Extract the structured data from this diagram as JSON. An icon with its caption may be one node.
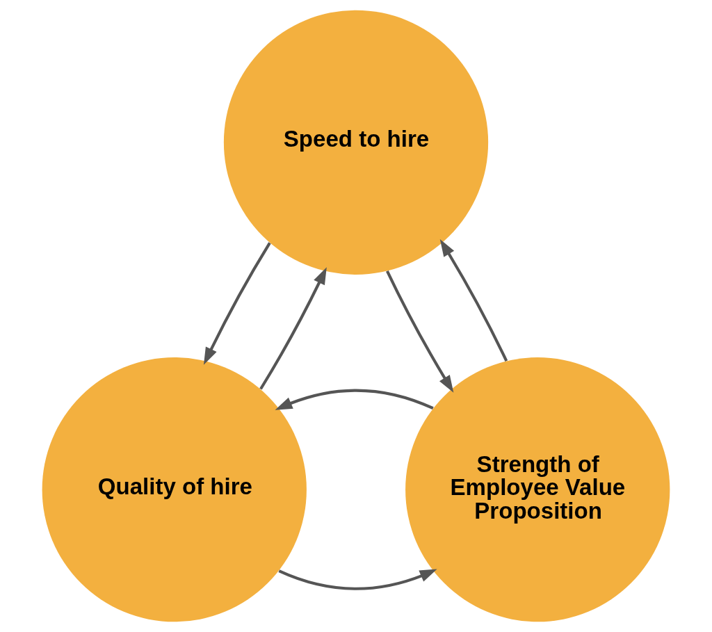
{
  "diagram": {
    "nodes": [
      {
        "text": [
          "Speed to hire"
        ]
      },
      {
        "text": [
          "Quality of hire"
        ]
      },
      {
        "text": [
          "Strength of Employee Value Proposition"
        ]
      }
    ],
    "edges": [
      {
        "from": 1,
        "to": 0,
        "arrow": "to"
      },
      {
        "from": 0,
        "to": 1,
        "arrow": "to"
      },
      {
        "from": 0,
        "to": 2,
        "arrow": "to"
      },
      {
        "from": 2,
        "to": 0,
        "arrow": "to"
      },
      {
        "from": 1,
        "to": 2,
        "arrow": "to"
      },
      {
        "from": 2,
        "to": 1,
        "arrow": "to"
      }
    ]
  }
}
